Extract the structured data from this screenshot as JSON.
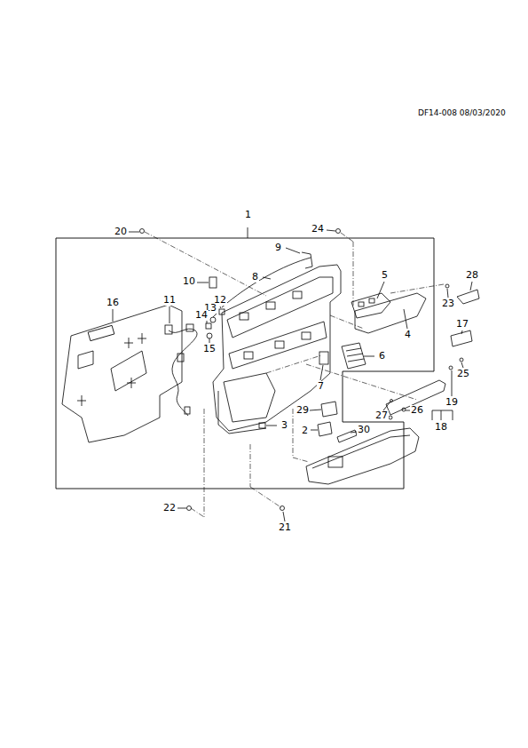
{
  "diagram": {
    "nodes": [
      {
        "text": [
          "1"
        ]
      }
    ],
    "labels": [
      "DF14-008 08/03/2020",
      "20",
      "24",
      "9",
      "5",
      "28",
      "8",
      "10",
      "23",
      "16",
      "11",
      "12",
      "13",
      "14",
      "4",
      "17",
      "15",
      "6",
      "7",
      "25",
      "19",
      "29",
      "27",
      "26",
      "3",
      "2",
      "30",
      "18",
      "22",
      "21"
    ]
  }
}
